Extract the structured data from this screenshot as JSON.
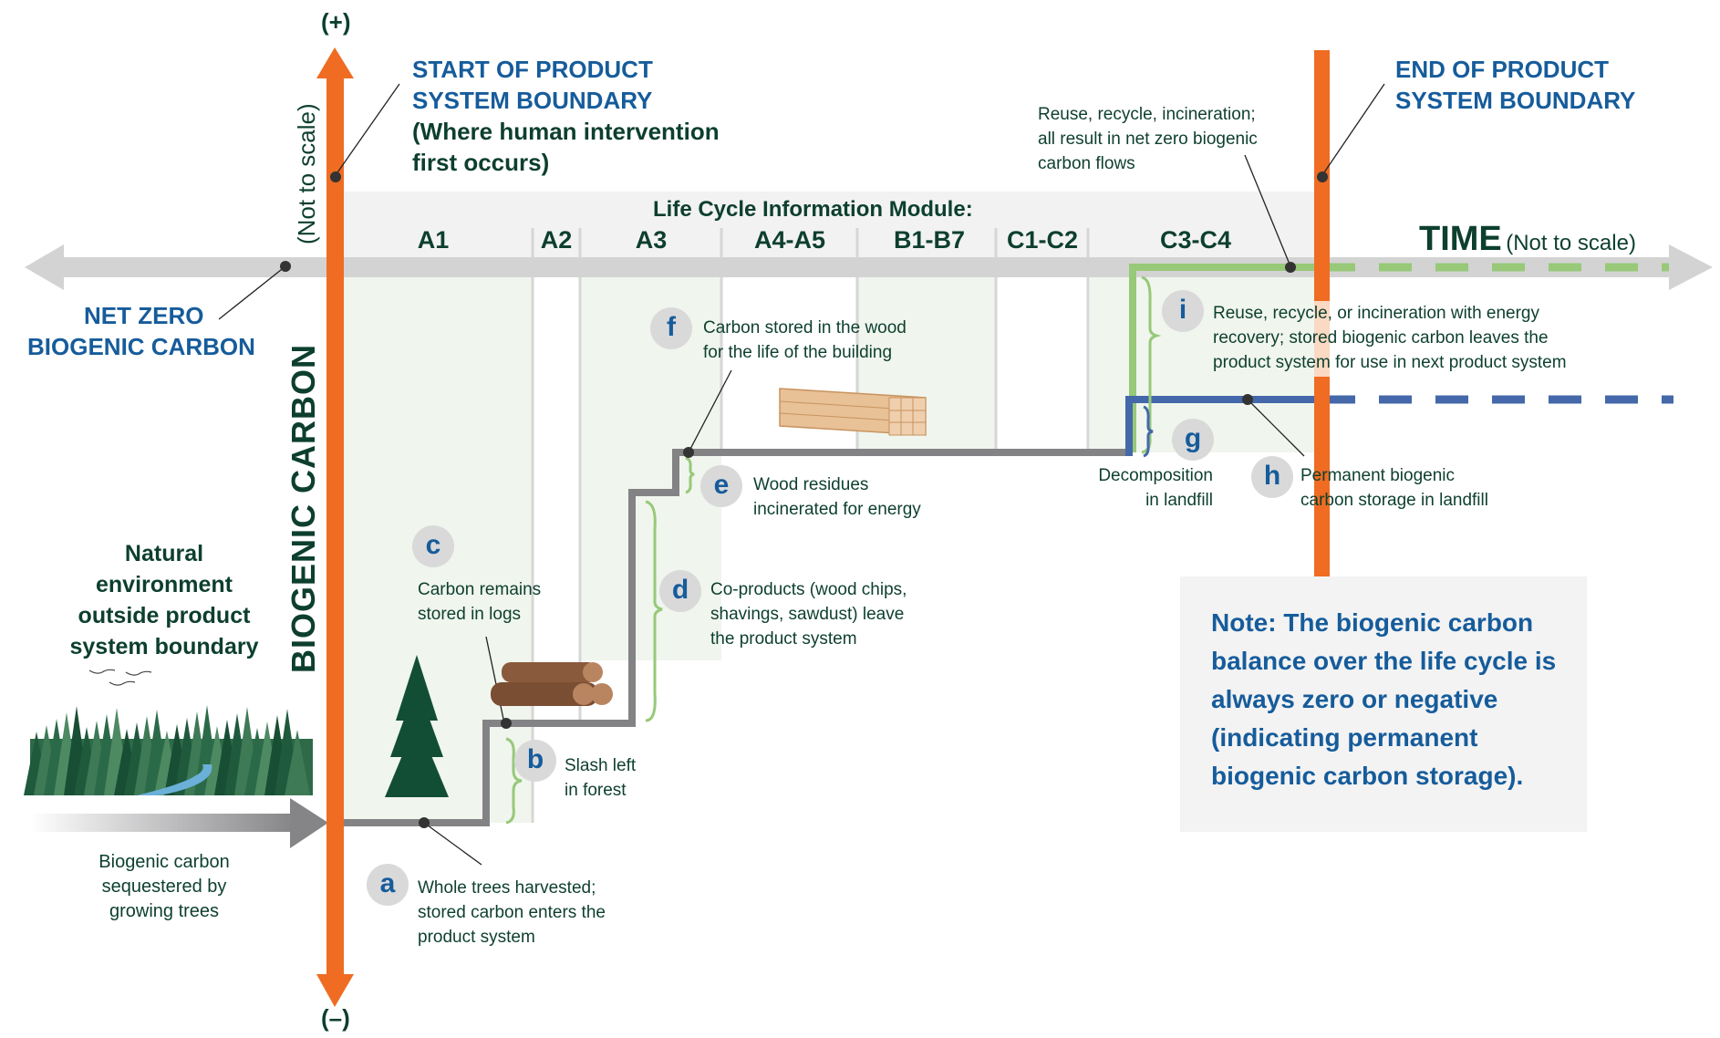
{
  "axis": {
    "y_plus": "(+)",
    "y_minus": "(–)",
    "y_title": "BIOGENIC CARBON",
    "y_note": "(Not to scale)",
    "x_title": "TIME",
    "x_note": "(Not to scale)",
    "zero_label_line1": "NET ZERO",
    "zero_label_line2": "BIOGENIC CARBON"
  },
  "boundaries": {
    "start_line1": "START OF PRODUCT",
    "start_line2": "SYSTEM BOUNDARY",
    "start_line3": "(Where human intervention",
    "start_line4": "first occurs)",
    "end_line1": "END OF PRODUCT",
    "end_line2": "SYSTEM BOUNDARY"
  },
  "modules": {
    "header": "Life Cycle Information Module:",
    "items": [
      "A1",
      "A2",
      "A3",
      "A4-A5",
      "B1-B7",
      "C1-C2",
      "C3-C4"
    ]
  },
  "natural": {
    "title_lines": [
      "Natural",
      "environment",
      "outside product",
      "system boundary"
    ],
    "sequestered_lines": [
      "Biogenic carbon",
      "sequestered by",
      "growing trees"
    ]
  },
  "end_flows": {
    "lines": [
      "Reuse, recycle, incineration;",
      "all result in net zero biogenic",
      "carbon flows"
    ]
  },
  "annotations": [
    {
      "letter": "a",
      "lines": [
        "Whole trees harvested;",
        "stored carbon enters the",
        "product system"
      ]
    },
    {
      "letter": "b",
      "lines": [
        "Slash left",
        "in forest"
      ]
    },
    {
      "letter": "c",
      "lines": [
        "Carbon remains",
        "stored in logs"
      ]
    },
    {
      "letter": "d",
      "lines": [
        "Co-products (wood chips,",
        "shavings, sawdust) leave",
        "the product system"
      ]
    },
    {
      "letter": "e",
      "lines": [
        "Wood residues",
        "incinerated for energy"
      ]
    },
    {
      "letter": "f",
      "lines": [
        "Carbon stored in the wood",
        "for the life of the building"
      ]
    },
    {
      "letter": "g",
      "lines": [
        "Decomposition",
        "in landfill"
      ]
    },
    {
      "letter": "h",
      "lines": [
        "Permanent biogenic",
        "carbon storage in landfill"
      ]
    },
    {
      "letter": "i",
      "lines": [
        "Reuse, recycle, or incineration with energy",
        "recovery; stored biogenic carbon leaves the",
        "product system for use in next product system"
      ]
    }
  ],
  "note": "Note: The biogenic carbon balance over the life cycle is always zero or negative (indicating permanent biogenic carbon storage).",
  "colors": {
    "boundary_orange": "#ef6c22",
    "axis_gray": "#d3d3d3",
    "carbon_line_gray": "#838385",
    "reuse_green": "#97c979",
    "landfill_blue": "#4468a9",
    "title_blue": "#165c9b",
    "text_dark_green": "#0d3f2e"
  }
}
